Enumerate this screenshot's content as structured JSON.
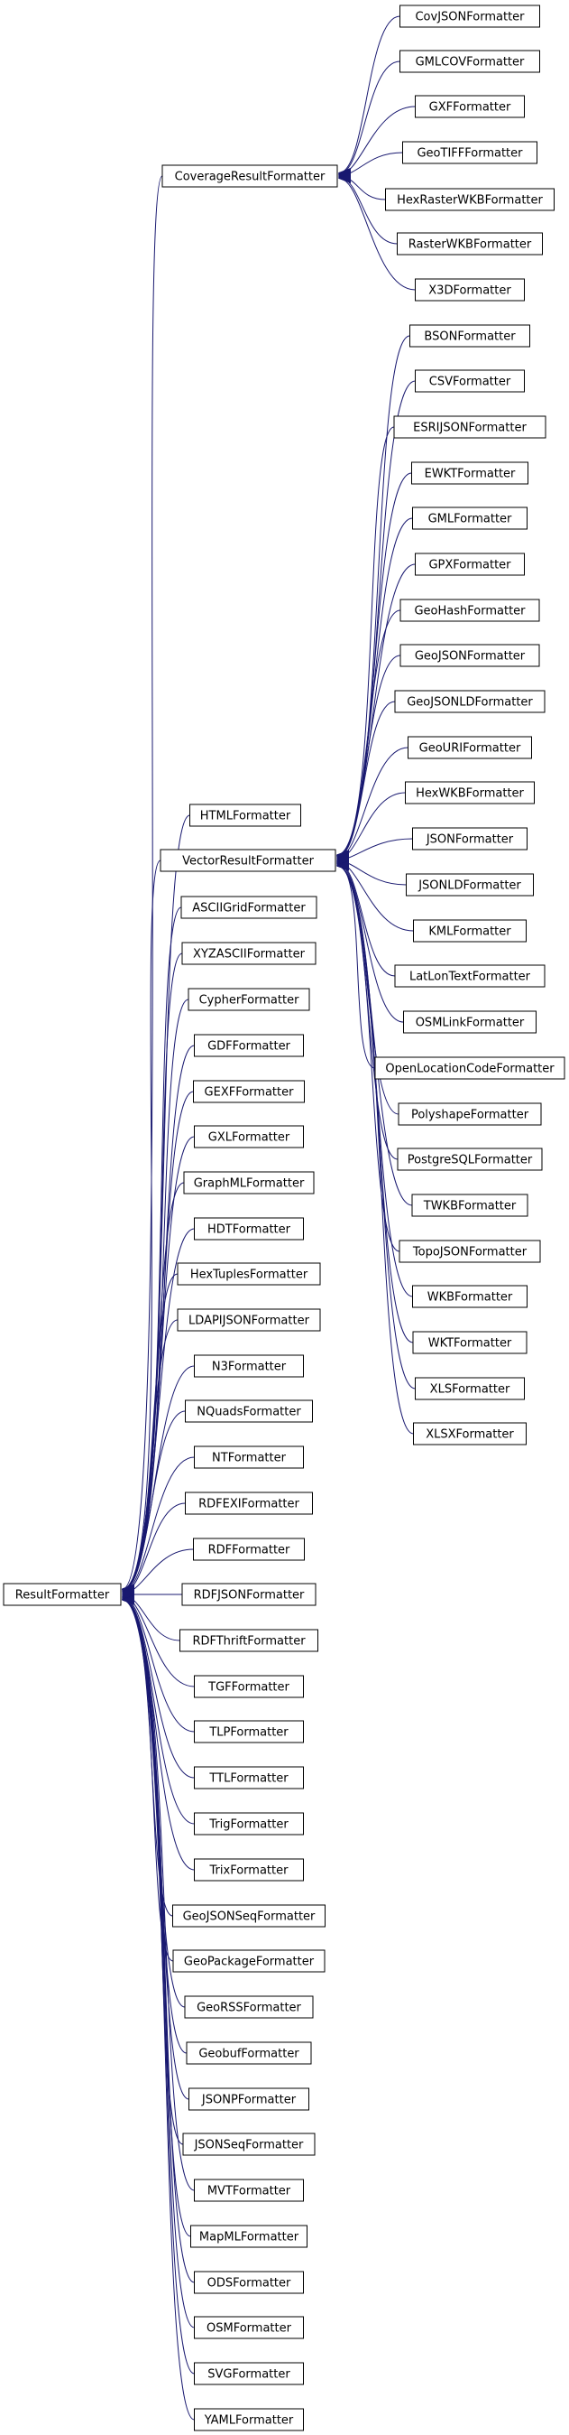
{
  "diagram": {
    "type": "class-inheritance-graph",
    "colors": {
      "edge": "#191970",
      "node_border": "#000000",
      "node_fill": "#ffffff",
      "text": "#000000"
    },
    "nodes": {
      "coverage_result_formatter": "CoverageResultFormatter",
      "vector_result_formatter": "VectorResultFormatter",
      "result_formatter": "ResultFormatter",
      "cov_json": "CovJSONFormatter",
      "gml_cov": "GMLCOVFormatter",
      "gxf": "GXFFormatter",
      "geotiff": "GeoTIFFFormatter",
      "hex_raster_wkb": "HexRasterWKBFormatter",
      "raster_wkb": "RasterWKBFormatter",
      "x3d": "X3DFormatter",
      "bson": "BSONFormatter",
      "csv": "CSVFormatter",
      "esrijson": "ESRIJSONFormatter",
      "ewkt": "EWKTFormatter",
      "gml": "GMLFormatter",
      "gpx": "GPXFormatter",
      "geohash": "GeoHashFormatter",
      "geojson": "GeoJSONFormatter",
      "geojsonld": "GeoJSONLDFormatter",
      "geouri": "GeoURIFormatter",
      "hexwkb": "HexWKBFormatter",
      "json": "JSONFormatter",
      "jsonld": "JSONLDFormatter",
      "kml": "KMLFormatter",
      "latlontext": "LatLonTextFormatter",
      "osmlink": "OSMLinkFormatter",
      "olc": "OpenLocationCodeFormatter",
      "polyshape": "PolyshapeFormatter",
      "postgresql": "PostgreSQLFormatter",
      "twkb": "TWKBFormatter",
      "topojson": "TopoJSONFormatter",
      "wkb": "WKBFormatter",
      "wkt": "WKTFormatter",
      "xls": "XLSFormatter",
      "xlsx": "XLSXFormatter",
      "html": "HTMLFormatter",
      "asciigrid": "ASCIIGridFormatter",
      "xyzascii": "XYZASCIIFormatter",
      "cypher": "CypherFormatter",
      "gdf": "GDFFormatter",
      "gexf": "GEXFFormatter",
      "gxl": "GXLFormatter",
      "graphml": "GraphMLFormatter",
      "hdt": "HDTFormatter",
      "hextuples": "HexTuplesFormatter",
      "ldapijson": "LDAPIJSONFormatter",
      "n3": "N3Formatter",
      "nquads": "NQuadsFormatter",
      "nt": "NTFormatter",
      "rdfexi": "RDFEXIFormatter",
      "rdf": "RDFFormatter",
      "rdfjson": "RDFJSONFormatter",
      "rdfthrift": "RDFThriftFormatter",
      "tgf": "TGFFormatter",
      "tlp": "TLPFormatter",
      "ttl": "TTLFormatter",
      "trig": "TrigFormatter",
      "trix": "TrixFormatter",
      "geojsonseq": "GeoJSONSeqFormatter",
      "geopackage": "GeoPackageFormatter",
      "georss": "GeoRSSFormatter",
      "geobuf": "GeobufFormatter",
      "jsonp": "JSONPFormatter",
      "jsonseq": "JSONSeqFormatter",
      "mvt": "MVTFormatter",
      "mapml": "MapMLFormatter",
      "ods": "ODSFormatter",
      "osm": "OSMFormatter",
      "svg": "SVGFormatter",
      "yaml": "YAMLFormatter"
    },
    "edges": [
      {
        "from": "cov_json",
        "to": "coverage_result_formatter"
      },
      {
        "from": "gml_cov",
        "to": "coverage_result_formatter"
      },
      {
        "from": "gxf",
        "to": "coverage_result_formatter"
      },
      {
        "from": "geotiff",
        "to": "coverage_result_formatter"
      },
      {
        "from": "hex_raster_wkb",
        "to": "coverage_result_formatter"
      },
      {
        "from": "raster_wkb",
        "to": "coverage_result_formatter"
      },
      {
        "from": "x3d",
        "to": "coverage_result_formatter"
      },
      {
        "from": "bson",
        "to": "vector_result_formatter"
      },
      {
        "from": "csv",
        "to": "vector_result_formatter"
      },
      {
        "from": "esrijson",
        "to": "vector_result_formatter"
      },
      {
        "from": "ewkt",
        "to": "vector_result_formatter"
      },
      {
        "from": "gml",
        "to": "vector_result_formatter"
      },
      {
        "from": "gpx",
        "to": "vector_result_formatter"
      },
      {
        "from": "geohash",
        "to": "vector_result_formatter"
      },
      {
        "from": "geojson",
        "to": "vector_result_formatter"
      },
      {
        "from": "geojsonld",
        "to": "vector_result_formatter"
      },
      {
        "from": "geouri",
        "to": "vector_result_formatter"
      },
      {
        "from": "hexwkb",
        "to": "vector_result_formatter"
      },
      {
        "from": "json",
        "to": "vector_result_formatter"
      },
      {
        "from": "jsonld",
        "to": "vector_result_formatter"
      },
      {
        "from": "kml",
        "to": "vector_result_formatter"
      },
      {
        "from": "latlontext",
        "to": "vector_result_formatter"
      },
      {
        "from": "osmlink",
        "to": "vector_result_formatter"
      },
      {
        "from": "olc",
        "to": "vector_result_formatter"
      },
      {
        "from": "polyshape",
        "to": "vector_result_formatter"
      },
      {
        "from": "postgresql",
        "to": "vector_result_formatter"
      },
      {
        "from": "twkb",
        "to": "vector_result_formatter"
      },
      {
        "from": "topojson",
        "to": "vector_result_formatter"
      },
      {
        "from": "wkb",
        "to": "vector_result_formatter"
      },
      {
        "from": "wkt",
        "to": "vector_result_formatter"
      },
      {
        "from": "xls",
        "to": "vector_result_formatter"
      },
      {
        "from": "xlsx",
        "to": "vector_result_formatter"
      },
      {
        "from": "coverage_result_formatter",
        "to": "result_formatter"
      },
      {
        "from": "html",
        "to": "result_formatter"
      },
      {
        "from": "vector_result_formatter",
        "to": "result_formatter"
      },
      {
        "from": "asciigrid",
        "to": "result_formatter"
      },
      {
        "from": "xyzascii",
        "to": "result_formatter"
      },
      {
        "from": "cypher",
        "to": "result_formatter"
      },
      {
        "from": "gdf",
        "to": "result_formatter"
      },
      {
        "from": "gexf",
        "to": "result_formatter"
      },
      {
        "from": "gxl",
        "to": "result_formatter"
      },
      {
        "from": "graphml",
        "to": "result_formatter"
      },
      {
        "from": "hdt",
        "to": "result_formatter"
      },
      {
        "from": "hextuples",
        "to": "result_formatter"
      },
      {
        "from": "ldapijson",
        "to": "result_formatter"
      },
      {
        "from": "n3",
        "to": "result_formatter"
      },
      {
        "from": "nquads",
        "to": "result_formatter"
      },
      {
        "from": "nt",
        "to": "result_formatter"
      },
      {
        "from": "rdfexi",
        "to": "result_formatter"
      },
      {
        "from": "rdf",
        "to": "result_formatter"
      },
      {
        "from": "rdfjson",
        "to": "result_formatter"
      },
      {
        "from": "rdfthrift",
        "to": "result_formatter"
      },
      {
        "from": "tgf",
        "to": "result_formatter"
      },
      {
        "from": "tlp",
        "to": "result_formatter"
      },
      {
        "from": "ttl",
        "to": "result_formatter"
      },
      {
        "from": "trig",
        "to": "result_formatter"
      },
      {
        "from": "trix",
        "to": "result_formatter"
      },
      {
        "from": "geojsonseq",
        "to": "result_formatter"
      },
      {
        "from": "geopackage",
        "to": "result_formatter"
      },
      {
        "from": "georss",
        "to": "result_formatter"
      },
      {
        "from": "geobuf",
        "to": "result_formatter"
      },
      {
        "from": "jsonp",
        "to": "result_formatter"
      },
      {
        "from": "jsonseq",
        "to": "result_formatter"
      },
      {
        "from": "mvt",
        "to": "result_formatter"
      },
      {
        "from": "mapml",
        "to": "result_formatter"
      },
      {
        "from": "ods",
        "to": "result_formatter"
      },
      {
        "from": "osm",
        "to": "result_formatter"
      },
      {
        "from": "svg",
        "to": "result_formatter"
      },
      {
        "from": "yaml",
        "to": "result_formatter"
      }
    ]
  }
}
